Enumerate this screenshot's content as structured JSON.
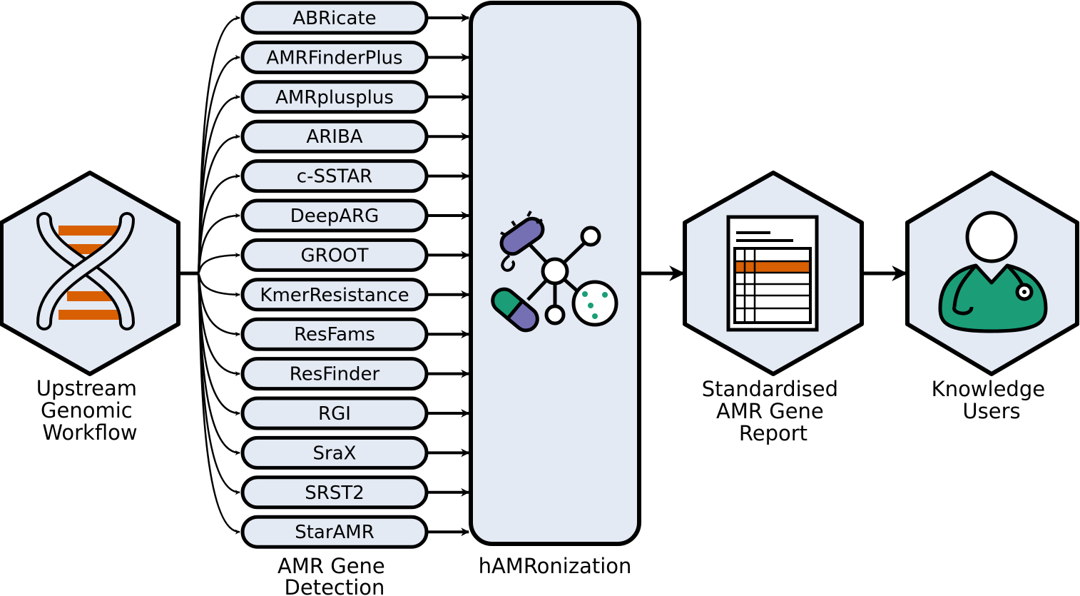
{
  "workflow": {
    "upstream": {
      "label_lines": [
        "Upstream",
        "Genomic",
        "Workflow"
      ],
      "icon": "dna-icon"
    },
    "detection": {
      "caption_lines": [
        "AMR Gene",
        "Detection"
      ],
      "tools": [
        "ABRicate",
        "AMRFinderPlus",
        "AMRplusplus",
        "ARIBA",
        "c-SSTAR",
        "DeepARG",
        "GROOT",
        "KmerResistance",
        "ResFams",
        "ResFinder",
        "RGI",
        "SraX",
        "SRST2",
        "StarAMR"
      ]
    },
    "harmonization": {
      "caption": "hAMRonization",
      "icon": "network-icon"
    },
    "report": {
      "label_lines": [
        "Standardised",
        "AMR Gene",
        "Report"
      ],
      "icon": "report-table-icon"
    },
    "users": {
      "label_lines": [
        "Knowledge",
        "Users"
      ],
      "icon": "doctor-icon"
    }
  },
  "colors": {
    "panel_fill": "#e4eaf4",
    "stroke": "#000000",
    "accent_orange": "#d85f02",
    "accent_green": "#1b9e77",
    "accent_purple": "#7570b3"
  }
}
